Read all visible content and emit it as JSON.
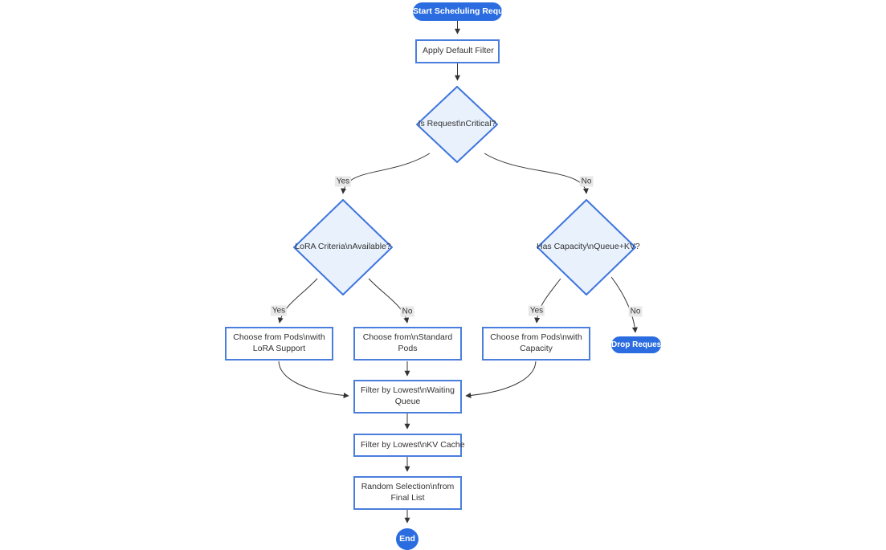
{
  "diagram": {
    "type": "flowchart",
    "background": "#ffffff",
    "colors": {
      "accent_fill": "#2b6de0",
      "accent_text": "#ffffff",
      "rect_fill": "#ffffff",
      "rect_border": "#4a7ede",
      "diamond_fill": "#e8f1fc",
      "diamond_border": "#3d74dd",
      "edge_line": "#333333",
      "edge_label_bg": "#e8e8e8",
      "node_text": "#333333"
    },
    "nodes": {
      "start": {
        "shape": "stadium",
        "label": "Start Scheduling Request"
      },
      "apply_filter": {
        "shape": "rect",
        "label": "Apply Default Filter"
      },
      "is_critical": {
        "shape": "diamond",
        "label": "Is Request\\nCritical?"
      },
      "lora_criteria": {
        "shape": "diamond",
        "label": "LoRA Criteria\\nAvailable?"
      },
      "has_capacity": {
        "shape": "diamond",
        "label": "Has Capacity\\nQueue+KV?"
      },
      "choose_lora": {
        "shape": "rect",
        "label": "Choose from Pods\\nwith LoRA Support"
      },
      "choose_standard": {
        "shape": "rect",
        "label": "Choose from\\nStandard Pods"
      },
      "choose_capacity": {
        "shape": "rect",
        "label": "Choose from Pods\\nwith Capacity"
      },
      "drop_request": {
        "shape": "stadium",
        "label": "Drop Request"
      },
      "filter_queue": {
        "shape": "rect",
        "label": "Filter by Lowest\\nWaiting Queue"
      },
      "filter_kv": {
        "shape": "rect",
        "label": "Filter by Lowest\\nKV Cache"
      },
      "random_selection": {
        "shape": "rect",
        "label": "Random Selection\\nfrom Final List"
      },
      "end": {
        "shape": "circle",
        "label": "End"
      }
    },
    "edge_labels": {
      "critical_yes": "Yes",
      "critical_no": "No",
      "lora_yes": "Yes",
      "lora_no": "No",
      "capacity_yes": "Yes",
      "capacity_no": "No"
    }
  }
}
